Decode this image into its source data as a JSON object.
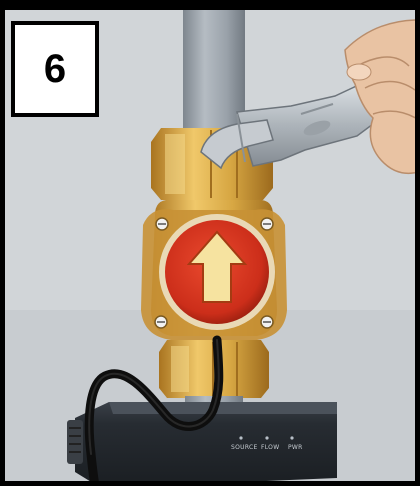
{
  "step": {
    "number": "6"
  },
  "device": {
    "labels": [
      "SOURCE",
      "FLOW",
      "PWR"
    ]
  },
  "colors": {
    "background": "#d1d5d8",
    "pipe": "#9aa2aa",
    "brass": "#d7a743",
    "flow_disc": "#d9341f",
    "arrow": "#f6e3a0",
    "device_body": "#22272d",
    "cable": "#101010",
    "wrench": "#b9c0c6",
    "skin": "#e9c3a3"
  },
  "icons": [
    "flow-direction-arrow-icon",
    "adjustable-wrench-icon"
  ]
}
